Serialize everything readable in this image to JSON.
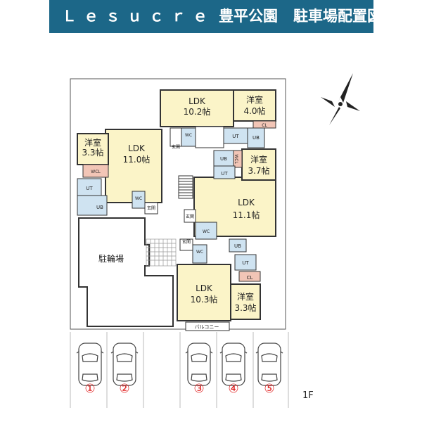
{
  "header": {
    "brand": "Ｌｅｓｕｃｒｅ",
    "property": "豊平公園",
    "kind": "駐車場配置図"
  },
  "floor_label": "1F",
  "units": [
    {
      "ldk": "LDK",
      "ldk_size": "10.2帖",
      "room": "洋室",
      "room_size": "4.0帖"
    },
    {
      "ldk": "LDK",
      "ldk_size": "11.0帖",
      "room": "洋室",
      "room_size": "3.3帖"
    },
    {
      "ldk": "LDK",
      "ldk_size": "11.1帖",
      "room": "洋室",
      "room_size": "3.7帖"
    },
    {
      "ldk": "LDK",
      "ldk_size": "10.3帖",
      "room": "洋室",
      "room_size": "3.3帖"
    }
  ],
  "fixtures": {
    "ub": "UB",
    "ut": "UT",
    "wc": "WC",
    "wcl": "WCL",
    "cl": "CL",
    "entrance": "玄関"
  },
  "bike_parking": "駐輪場",
  "balcony": "バルコニー",
  "parking_spaces": [
    "①",
    "②",
    "③",
    "④",
    "⑤"
  ],
  "colors": {
    "header_bg": "#1c6788",
    "living_fill": "#fbf4c8",
    "bath_fill": "#cfe3f1",
    "closet_fill": "#f2c5b6",
    "space_number": "#e01b1b"
  }
}
